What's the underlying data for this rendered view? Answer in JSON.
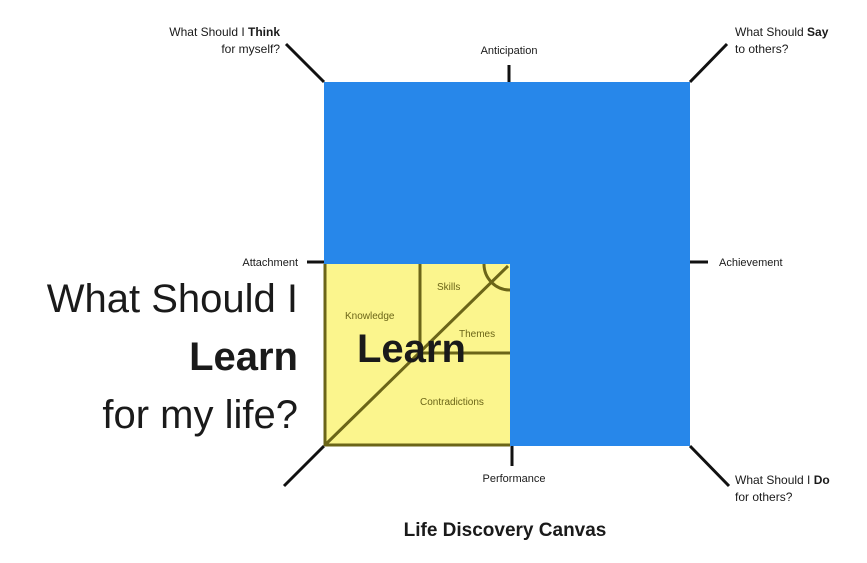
{
  "corners": {
    "top_left": {
      "prefix": "What Should I ",
      "bold": "Think",
      "line2": "for myself?"
    },
    "top_right": {
      "prefix": "What Should ",
      "bold": "Say",
      "line2": "to others?"
    },
    "bottom_right": {
      "prefix": "What Should I ",
      "bold": "Do",
      "line2": "for others?"
    }
  },
  "axes": {
    "top": "Anticipation",
    "left": "Attachment",
    "right": "Achievement",
    "bottom": "Performance"
  },
  "learn_quadrant": {
    "heading": "Learn",
    "segments": [
      "Knowledge",
      "Skills",
      "Themes",
      "Contradictions"
    ]
  },
  "big_question": {
    "line1": "What Should I",
    "line2": "Learn",
    "line3": "for my life?"
  },
  "footer": {
    "title": "Life Discovery Canvas"
  },
  "colors": {
    "blue": "#2787ea",
    "yellow": "#fbf58d",
    "olive": "#6b6518"
  }
}
